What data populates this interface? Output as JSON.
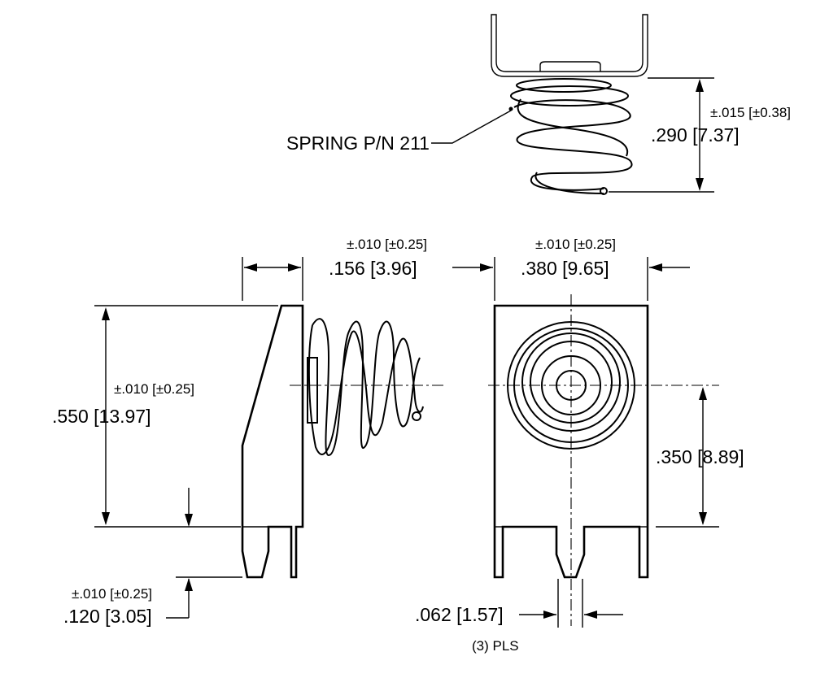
{
  "spring_callout": {
    "label": "SPRING P/N 211",
    "tolerance": "±.015 [±0.38]",
    "height": ".290 [7.37]"
  },
  "side_view": {
    "depth_tolerance": "±.010 [±0.25]",
    "depth": ".156 [3.96]",
    "height_tolerance": "±.010 [±0.25]",
    "height": ".550 [13.97]",
    "pin_tolerance": "±.010 [±0.25]",
    "pin_length": ".120 [3.05]"
  },
  "front_view": {
    "width_tolerance": "±.010 [±0.25]",
    "width": ".380 [9.65]",
    "center_height": ".350 [8.89]",
    "pin_width": ".062 [1.57]",
    "pin_count_note": "(3) PLS"
  },
  "colors": {
    "line": "#000000",
    "background": "#ffffff"
  }
}
